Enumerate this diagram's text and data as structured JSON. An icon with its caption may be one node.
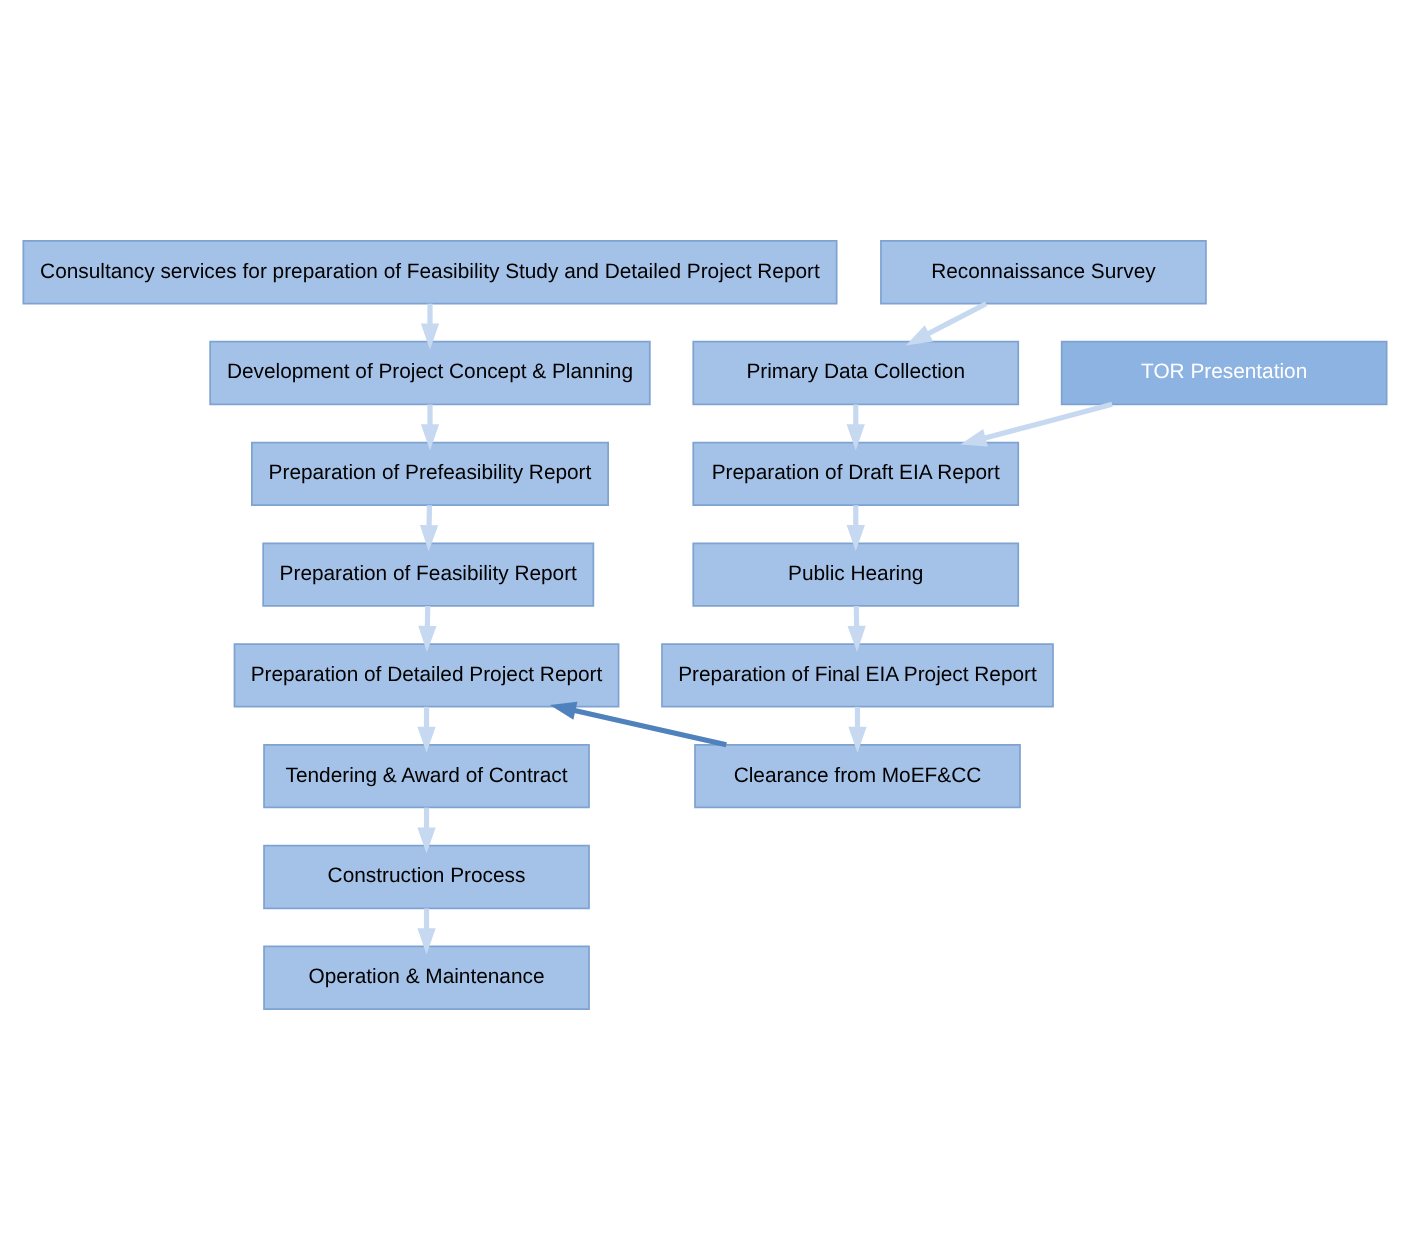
{
  "diagram": {
    "nodes": [
      {
        "text": [
          "Consultancy services for preparation of Feasibility Study and Detailed Project Report"
        ]
      },
      {
        "text": [
          "Development of Project Concept & Planning"
        ]
      },
      {
        "text": [
          "Preparation of Prefeasibility Report"
        ]
      },
      {
        "text": [
          "Preparation of Feasibility Report"
        ]
      },
      {
        "text": [
          "Preparation of Detailed Project Report"
        ]
      },
      {
        "text": [
          "Tendering & Award of Contract"
        ]
      },
      {
        "text": [
          "Construction Process"
        ]
      },
      {
        "text": [
          "Operation & Maintenance"
        ]
      },
      {
        "text": [
          "Reconnaissance Survey"
        ]
      },
      {
        "text": [
          "Primary Data Collection"
        ]
      },
      {
        "text": [
          "Preparation of Draft EIA Report"
        ]
      },
      {
        "text": [
          "Public Hearing"
        ]
      },
      {
        "text": [
          "Preparation of Final EIA Project Report"
        ]
      },
      {
        "text": [
          "Clearance from MoEF&CC"
        ]
      },
      {
        "text": [
          "TOR Presentation"
        ]
      }
    ],
    "edges": [
      {
        "from": 0,
        "to": 1,
        "arrow": "to"
      },
      {
        "from": 1,
        "to": 2,
        "arrow": "to"
      },
      {
        "from": 2,
        "to": 3,
        "arrow": "to"
      },
      {
        "from": 3,
        "to": 4,
        "arrow": "to"
      },
      {
        "from": 4,
        "to": 5,
        "arrow": "to"
      },
      {
        "from": 5,
        "to": 6,
        "arrow": "to"
      },
      {
        "from": 6,
        "to": 7,
        "arrow": "to"
      },
      {
        "from": 8,
        "to": 9,
        "arrow": "to"
      },
      {
        "from": 9,
        "to": 10,
        "arrow": "to"
      },
      {
        "from": 10,
        "to": 11,
        "arrow": "to"
      },
      {
        "from": 11,
        "to": 12,
        "arrow": "to"
      },
      {
        "from": 12,
        "to": 13,
        "arrow": "to"
      },
      {
        "from": 14,
        "to": 10,
        "arrow": "to"
      },
      {
        "from": 13,
        "to": 4,
        "arrow": "to",
        "color": "#4f81bd"
      }
    ]
  }
}
